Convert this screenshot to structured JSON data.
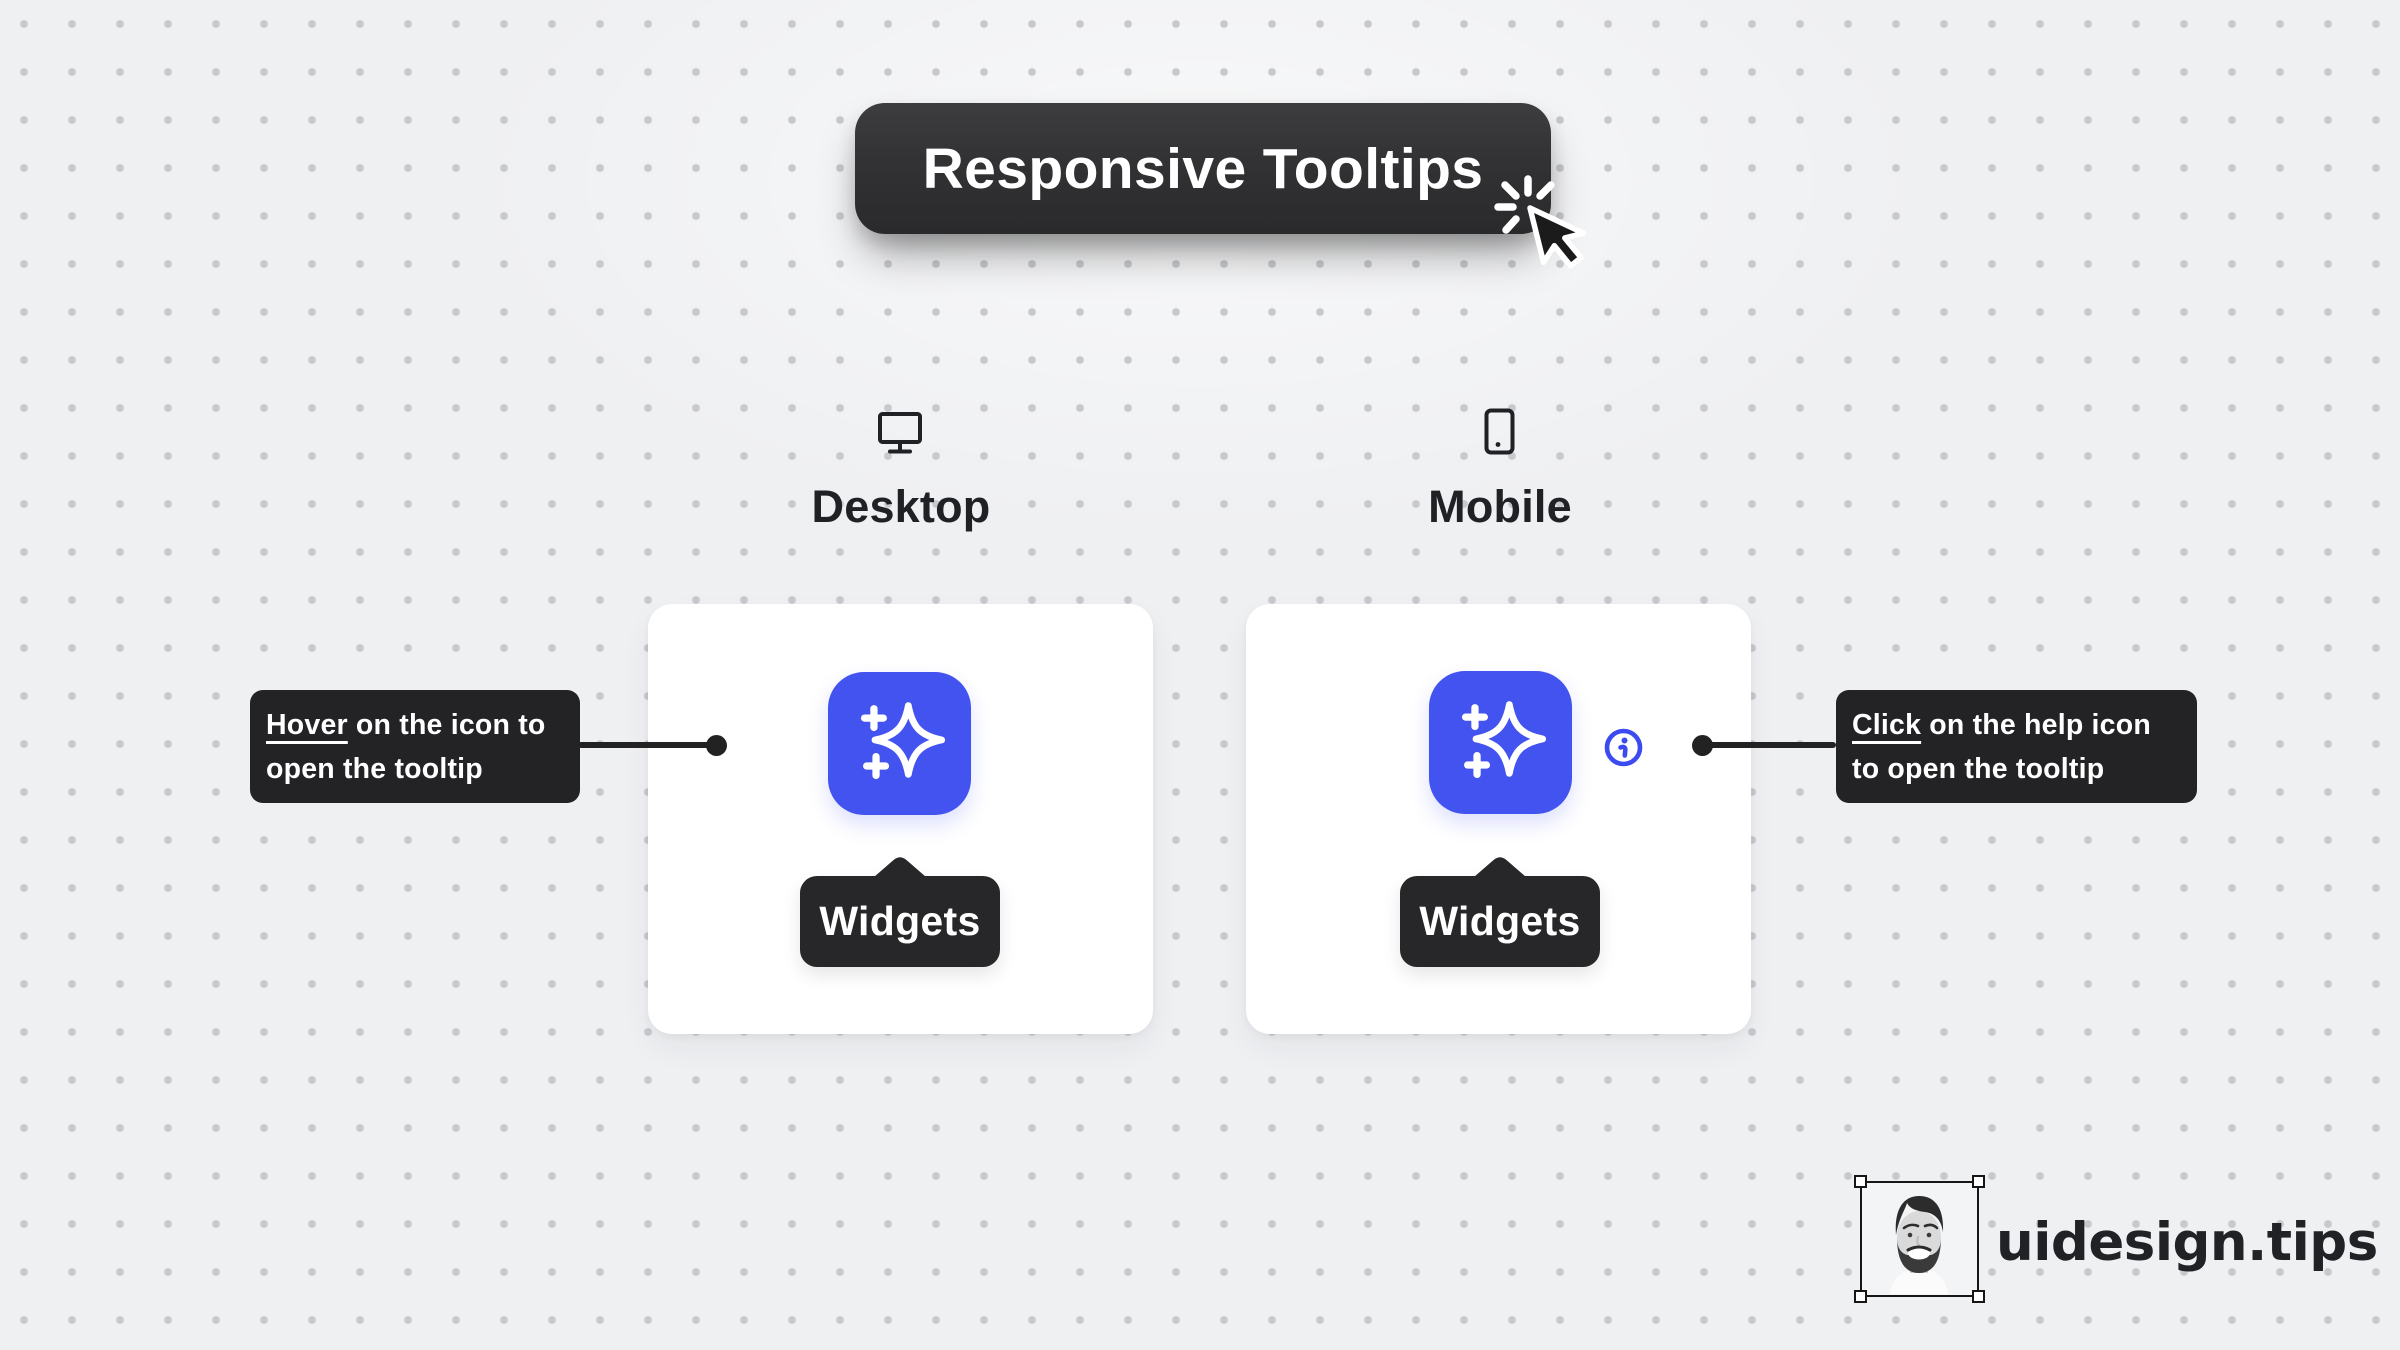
{
  "canvas": {
    "background": "#eff0f2",
    "dot_color": "#c7c9cd"
  },
  "header": {
    "title": "Responsive Tooltips"
  },
  "sections": {
    "desktop": {
      "label": "Desktop",
      "icon": "monitor-icon"
    },
    "mobile": {
      "label": "Mobile",
      "icon": "smartphone-icon"
    }
  },
  "widget_tooltips": {
    "desktop": {
      "label": "Widgets"
    },
    "mobile": {
      "label": "Widgets"
    }
  },
  "callouts": {
    "left": {
      "action": "Hover",
      "line1_rest": " on the icon to",
      "line2": "open the tooltip"
    },
    "right": {
      "action": "Click",
      "line1_rest": " on the help icon",
      "line2": "to open the tooltip"
    }
  },
  "footer": {
    "brand": "uidesign.tips"
  },
  "icons": {
    "app": "sparkles-icon",
    "help": "info-icon",
    "pointer": "cursor-click-icon"
  },
  "colors": {
    "accent_blue": "#4353f0",
    "dark_surface": "#272729",
    "card_white": "#ffffff",
    "text_dark": "#1f2125"
  }
}
